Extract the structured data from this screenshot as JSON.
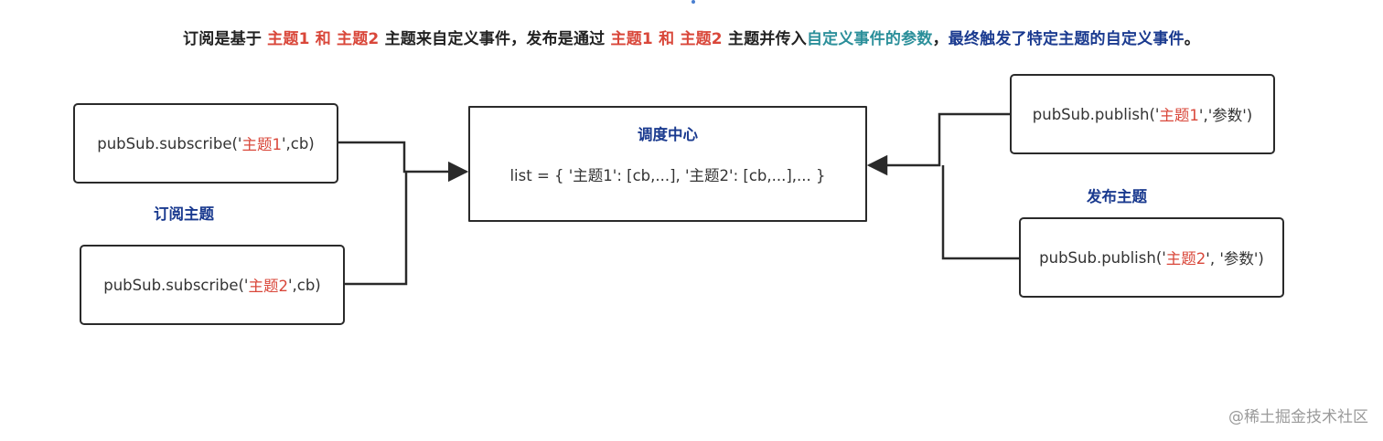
{
  "caption": {
    "t1": "订阅是基于 ",
    "r1": "主题1 和 主题2",
    "t2": " 主题来自定义事件，发布是通过 ",
    "r2": "主题1 和 主题2",
    "t3": " 主题并传入",
    "teal": "自定义事件的参数",
    "t4": "，",
    "navy": "最终触发了特定主题的自定义事件",
    "t5": "。"
  },
  "subscribe": {
    "label": "订阅主题",
    "box1": {
      "pre": "pubSub.subscribe('",
      "topic": "主题1",
      "post": "',cb)"
    },
    "box2": {
      "pre": "pubSub.subscribe('",
      "topic": "主题2",
      "post": "',cb)"
    }
  },
  "center": {
    "title": "调度中心",
    "list": "list = { '主题1': [cb,...], '主题2': [cb,...],... }"
  },
  "publish": {
    "label": "发布主题",
    "box1": {
      "pre": "pubSub.publish('",
      "topic": "主题1",
      "post": "','参数')"
    },
    "box2": {
      "pre": "pubSub.publish('",
      "topic": "主题2",
      "post": "', '参数')"
    }
  },
  "watermark": "@稀土掘金技术社区",
  "colors": {
    "red": "#d9473a",
    "teal": "#2b8f9a",
    "navy": "#1a3a8f",
    "line": "#2a2a2a"
  }
}
